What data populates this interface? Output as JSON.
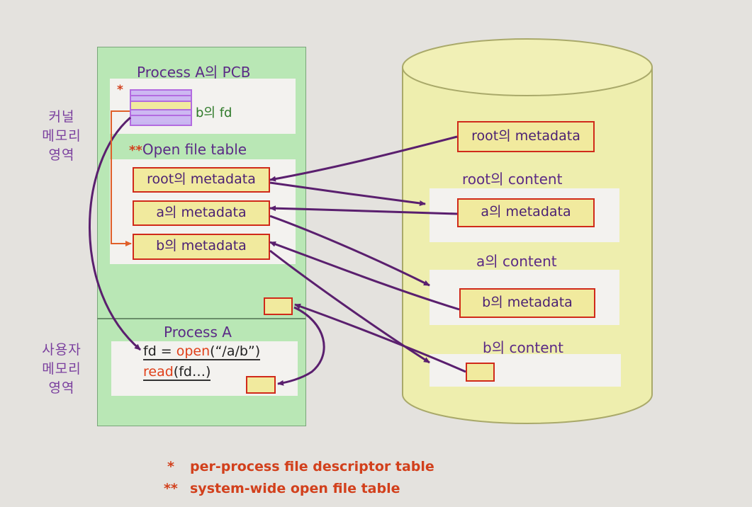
{
  "side_labels": {
    "kernel": "커널\n메모리\n영역",
    "user": "사용자\n메모리\n영역"
  },
  "kernel": {
    "pcb_title": "Process A의 PCB",
    "pcb_star": "*",
    "fd_label": "b의 fd",
    "oft_star": "**",
    "oft_title": "Open file table",
    "entries": [
      "root의 metadata",
      "a의 metadata",
      "b의 metadata"
    ]
  },
  "user": {
    "title": "Process A",
    "line1": {
      "var": "fd",
      "eq": " = ",
      "fn": "open",
      "args": "(“/a/b”)"
    },
    "line2": {
      "fn": "read",
      "args": "(fd…)"
    }
  },
  "disk": {
    "root_metadata": "root의 metadata",
    "root_content": "root의 content",
    "a_metadata": "a의 metadata",
    "a_content": "a의 content",
    "b_metadata": "b의 metadata",
    "b_content": "b의 content"
  },
  "legend": [
    {
      "mark": "*",
      "text": "per-process file descriptor table"
    },
    {
      "mark": "**",
      "text": "system-wide open file table"
    }
  ],
  "colors": {
    "arrow": "#5a1f6e",
    "fd_link": "#e0602a",
    "panel": "#b9e7b5",
    "cylinder": "#eeeeae",
    "box_border": "#d02a1a",
    "box_fill": "#f1ea9e",
    "legend": "#d2401c"
  }
}
